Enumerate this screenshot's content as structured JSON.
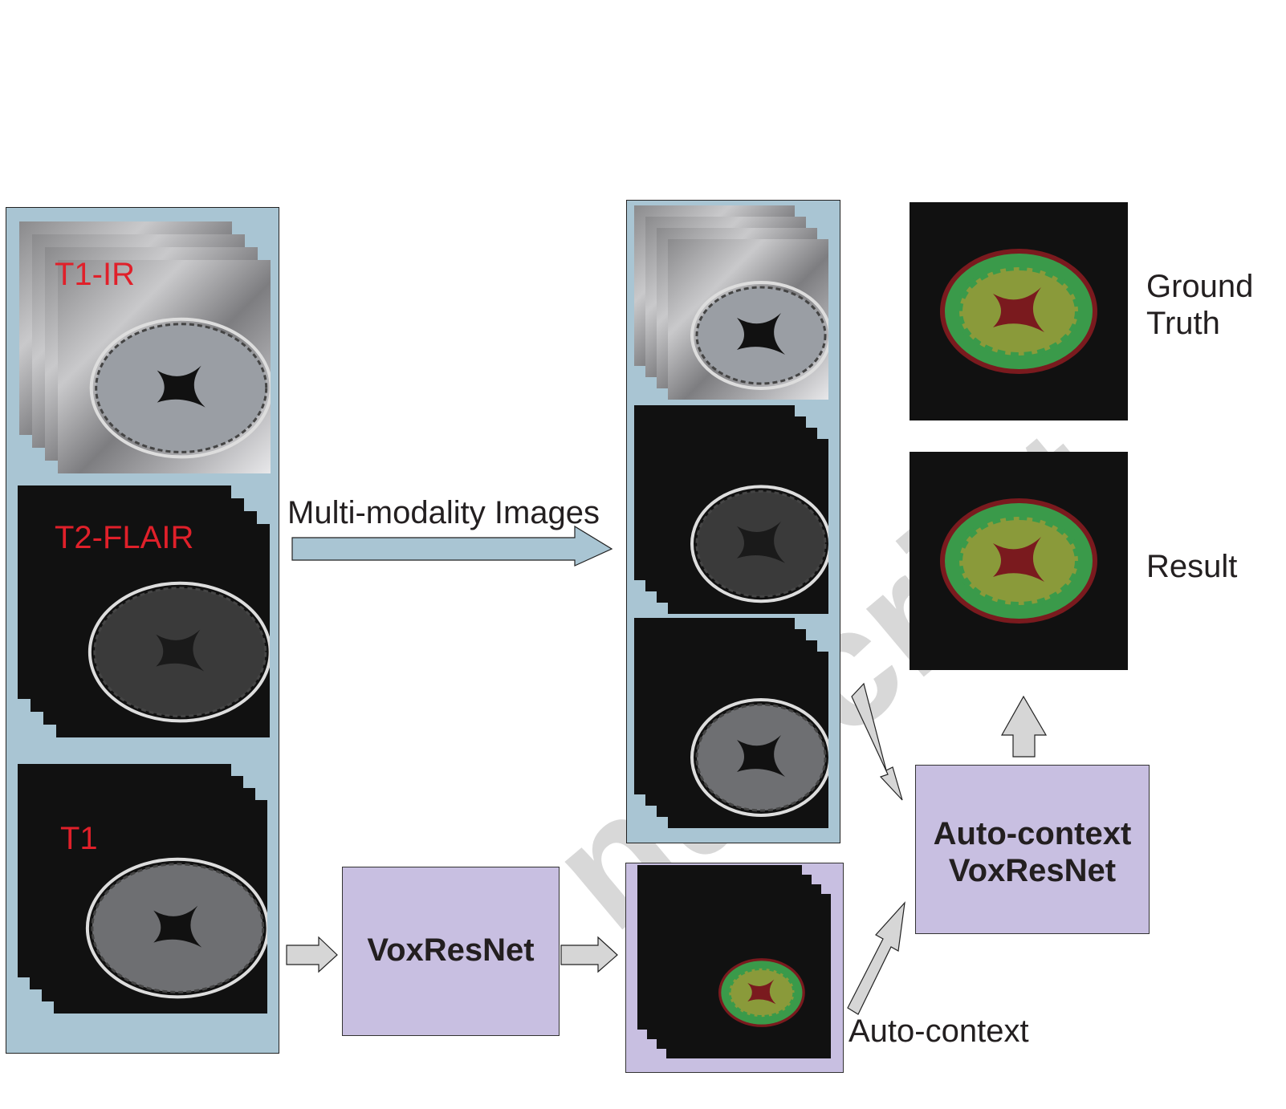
{
  "watermark": "Accepted Manuscript",
  "modalities": {
    "t1_ir": "T1-IR",
    "t2_flair": "T2-FLAIR",
    "t1": "T1"
  },
  "arrows": {
    "multi_modality": "Multi-modality Images",
    "auto_context": "Auto-context"
  },
  "boxes": {
    "voxresnet": "VoxResNet",
    "auto_context_line1": "Auto-context",
    "auto_context_line2": "VoxResNet"
  },
  "outputs": {
    "ground_truth_line1": "Ground",
    "ground_truth_line2": "Truth",
    "result": "Result"
  },
  "colors": {
    "panel_blue": "#a9c5d3",
    "panel_purple": "#c8bfe1",
    "label_red": "#e0202a",
    "csf": "#7a1a1e",
    "gray_matter": "#3a9a4a",
    "white_matter": "#8a9a3a"
  }
}
